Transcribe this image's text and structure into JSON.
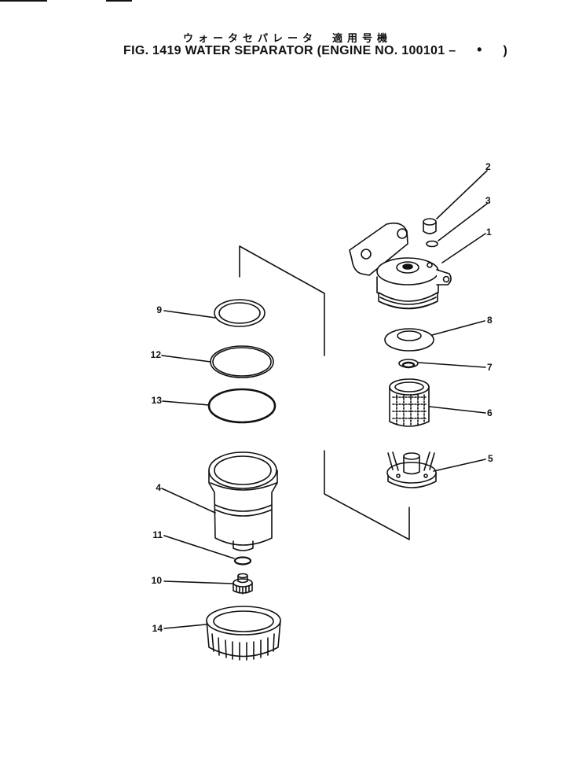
{
  "header": {
    "subtitle_jp": "ウォータセパレータ　適用号機",
    "title": "FIG. 1419  WATER SEPARATOR (ENGINE NO. 100101 –",
    "title_dot": "•",
    "title_close": ")"
  },
  "callouts": [
    {
      "id": "c2",
      "label": "2"
    },
    {
      "id": "c3",
      "label": "3"
    },
    {
      "id": "c1",
      "label": "1"
    },
    {
      "id": "c8",
      "label": "8"
    },
    {
      "id": "c7",
      "label": "7"
    },
    {
      "id": "c6",
      "label": "6"
    },
    {
      "id": "c5",
      "label": "5"
    },
    {
      "id": "c9",
      "label": "9"
    },
    {
      "id": "c12",
      "label": "12"
    },
    {
      "id": "c13",
      "label": "13"
    },
    {
      "id": "c4",
      "label": "4"
    },
    {
      "id": "c11",
      "label": "11"
    },
    {
      "id": "c10",
      "label": "10"
    },
    {
      "id": "c14",
      "label": "14"
    }
  ]
}
